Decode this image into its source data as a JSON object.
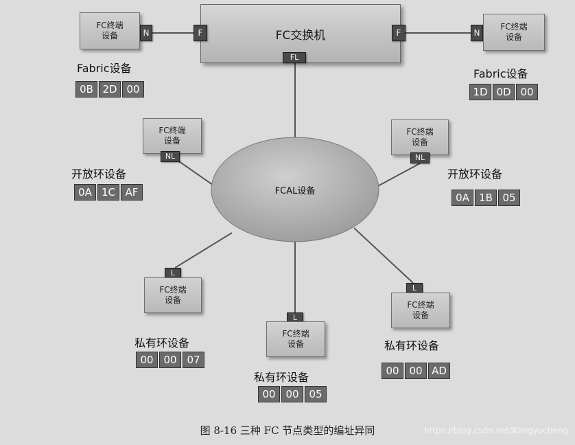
{
  "switch": {
    "title": "FC交换机",
    "left_port": "F",
    "right_port": "F",
    "bottom_port": "FL"
  },
  "loop": {
    "label": "FCAL设备"
  },
  "fabric_left": {
    "box_line1": "FC终端",
    "box_line2": "设备",
    "port": "N",
    "label": "Fabric设备",
    "address": [
      "0B",
      "2D",
      "00"
    ]
  },
  "fabric_right": {
    "box_line1": "FC终端",
    "box_line2": "设备",
    "port": "N",
    "label": "Fabric设备",
    "address": [
      "1D",
      "0D",
      "00"
    ]
  },
  "open_left": {
    "box_line1": "FC终端",
    "box_line2": "设备",
    "port": "NL",
    "label": "开放环设备",
    "address": [
      "0A",
      "1C",
      "AF"
    ]
  },
  "open_right": {
    "box_line1": "FC终端",
    "box_line2": "设备",
    "port": "NL",
    "label": "开放环设备",
    "address": [
      "0A",
      "1B",
      "05"
    ]
  },
  "private_left": {
    "box_line1": "FC终端",
    "box_line2": "设备",
    "port": "L",
    "label": "私有环设备",
    "address": [
      "00",
      "00",
      "07"
    ]
  },
  "private_mid": {
    "box_line1": "FC终端",
    "box_line2": "设备",
    "port": "L",
    "label": "私有环设备",
    "address": [
      "00",
      "00",
      "05"
    ]
  },
  "private_right": {
    "box_line1": "FC终端",
    "box_line2": "设备",
    "port": "L",
    "label": "私有环设备",
    "address": [
      "00",
      "00",
      "AD"
    ]
  },
  "caption": "图 8-16   三种 FC 节点类型的编址异同",
  "watermark": "https://blog.csdn.net/Kangyucheng",
  "colors": {
    "background": "#dcdcdc",
    "port": "#4a4a4a",
    "address": "#6b6b6b"
  }
}
